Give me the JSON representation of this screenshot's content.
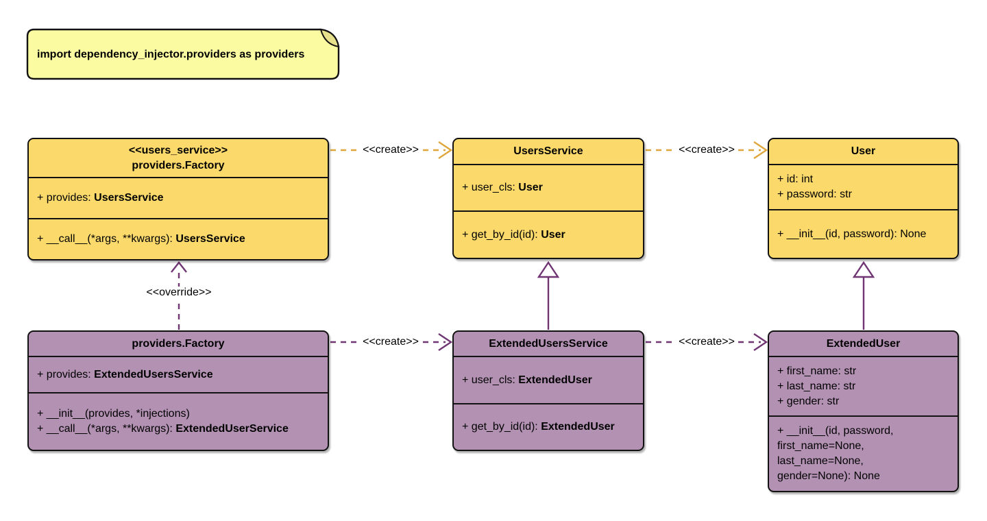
{
  "diagram": {
    "type": "uml-class-diagram",
    "background": "#FFFFFF",
    "colors": {
      "class_yellow_fill": "#FBD96B",
      "class_purple_fill": "#B391B3",
      "edge_yellow": "#DFA63B",
      "edge_purple": "#703573",
      "note_fill": "#FBFBA2",
      "note_fold": "#E8E18B",
      "border": "#121212",
      "text": "#000000"
    },
    "note": {
      "text": "import dependency_injector.providers as providers"
    },
    "classes": [
      {
        "name": "providers.Factory",
        "stereotype": "<<users_service>>",
        "theme": "yellow",
        "title_lines": [
          "<<users_service>>",
          "providers.Factory"
        ],
        "attributes": [
          [
            {
              "t": "+ provides: "
            },
            {
              "t": "UsersService",
              "b": true
            }
          ]
        ],
        "methods": [
          [
            {
              "t": "+ __call__(*args, **kwargs): "
            },
            {
              "t": "UsersService",
              "b": true
            }
          ]
        ]
      },
      {
        "name": "UsersService",
        "theme": "yellow",
        "title_lines": [
          "UsersService"
        ],
        "attributes": [
          [
            {
              "t": "+ user_cls: "
            },
            {
              "t": "User",
              "b": true
            }
          ]
        ],
        "methods": [
          [
            {
              "t": "+ get_by_id(id): "
            },
            {
              "t": "User",
              "b": true
            }
          ]
        ]
      },
      {
        "name": "User",
        "theme": "yellow",
        "title_lines": [
          "User"
        ],
        "attributes": [
          [
            {
              "t": "+ id: int"
            }
          ],
          [
            {
              "t": "+ password: str"
            }
          ]
        ],
        "methods": [
          [
            {
              "t": "+ __init__(id, password): None"
            }
          ]
        ]
      },
      {
        "name": "providers.Factory",
        "theme": "purple",
        "title_lines": [
          "providers.Factory"
        ],
        "attributes": [
          [
            {
              "t": "+ provides: "
            },
            {
              "t": "ExtendedUsersService",
              "b": true
            }
          ]
        ],
        "methods": [
          [
            {
              "t": "+ __init__(provides, *injections)"
            }
          ],
          [
            {
              "t": "+ __call__(*args, **kwargs): "
            },
            {
              "t": "ExtendedUserService",
              "b": true
            }
          ]
        ]
      },
      {
        "name": "ExtendedUsersService",
        "theme": "purple",
        "title_lines": [
          "ExtendedUsersService"
        ],
        "attributes": [
          [
            {
              "t": "+ user_cls: "
            },
            {
              "t": "ExtendedUser",
              "b": true
            }
          ]
        ],
        "methods": [
          [
            {
              "t": "+ get_by_id(id): "
            },
            {
              "t": "ExtendedUser",
              "b": true
            }
          ]
        ]
      },
      {
        "name": "ExtendedUser",
        "theme": "purple",
        "title_lines": [
          "ExtendedUser"
        ],
        "attributes": [
          [
            {
              "t": "+ first_name: str"
            }
          ],
          [
            {
              "t": "+ last_name: str"
            }
          ],
          [
            {
              "t": "+ gender: str"
            }
          ]
        ],
        "methods": [
          [
            {
              "t": "+ __init__(id, password,"
            }
          ],
          [
            {
              "t": "first_name=None,"
            }
          ],
          [
            {
              "t": "last_name=None,"
            }
          ],
          [
            {
              "t": "gender=None): None"
            }
          ]
        ]
      }
    ],
    "edges": [
      {
        "label": "<<create>>",
        "type": "create",
        "style": "dashed",
        "color": "#DFA63B",
        "from": "providers.Factory <<users_service>>",
        "to": "UsersService"
      },
      {
        "label": "<<create>>",
        "type": "create",
        "style": "dashed",
        "color": "#DFA63B",
        "from": "UsersService",
        "to": "User"
      },
      {
        "label": "<<override>>",
        "type": "override",
        "style": "dashed",
        "color": "#703573",
        "from": "providers.Factory (extended)",
        "to": "providers.Factory <<users_service>>"
      },
      {
        "label": "<<create>>",
        "type": "create",
        "style": "dashed",
        "color": "#703573",
        "from": "providers.Factory (extended)",
        "to": "ExtendedUsersService"
      },
      {
        "label": "<<create>>",
        "type": "create",
        "style": "dashed",
        "color": "#703573",
        "from": "ExtendedUsersService",
        "to": "ExtendedUser"
      },
      {
        "label": "",
        "type": "generalization",
        "style": "solid",
        "color": "#703573",
        "from": "ExtendedUsersService",
        "to": "UsersService"
      },
      {
        "label": "",
        "type": "generalization",
        "style": "solid",
        "color": "#703573",
        "from": "ExtendedUser",
        "to": "User"
      }
    ]
  }
}
